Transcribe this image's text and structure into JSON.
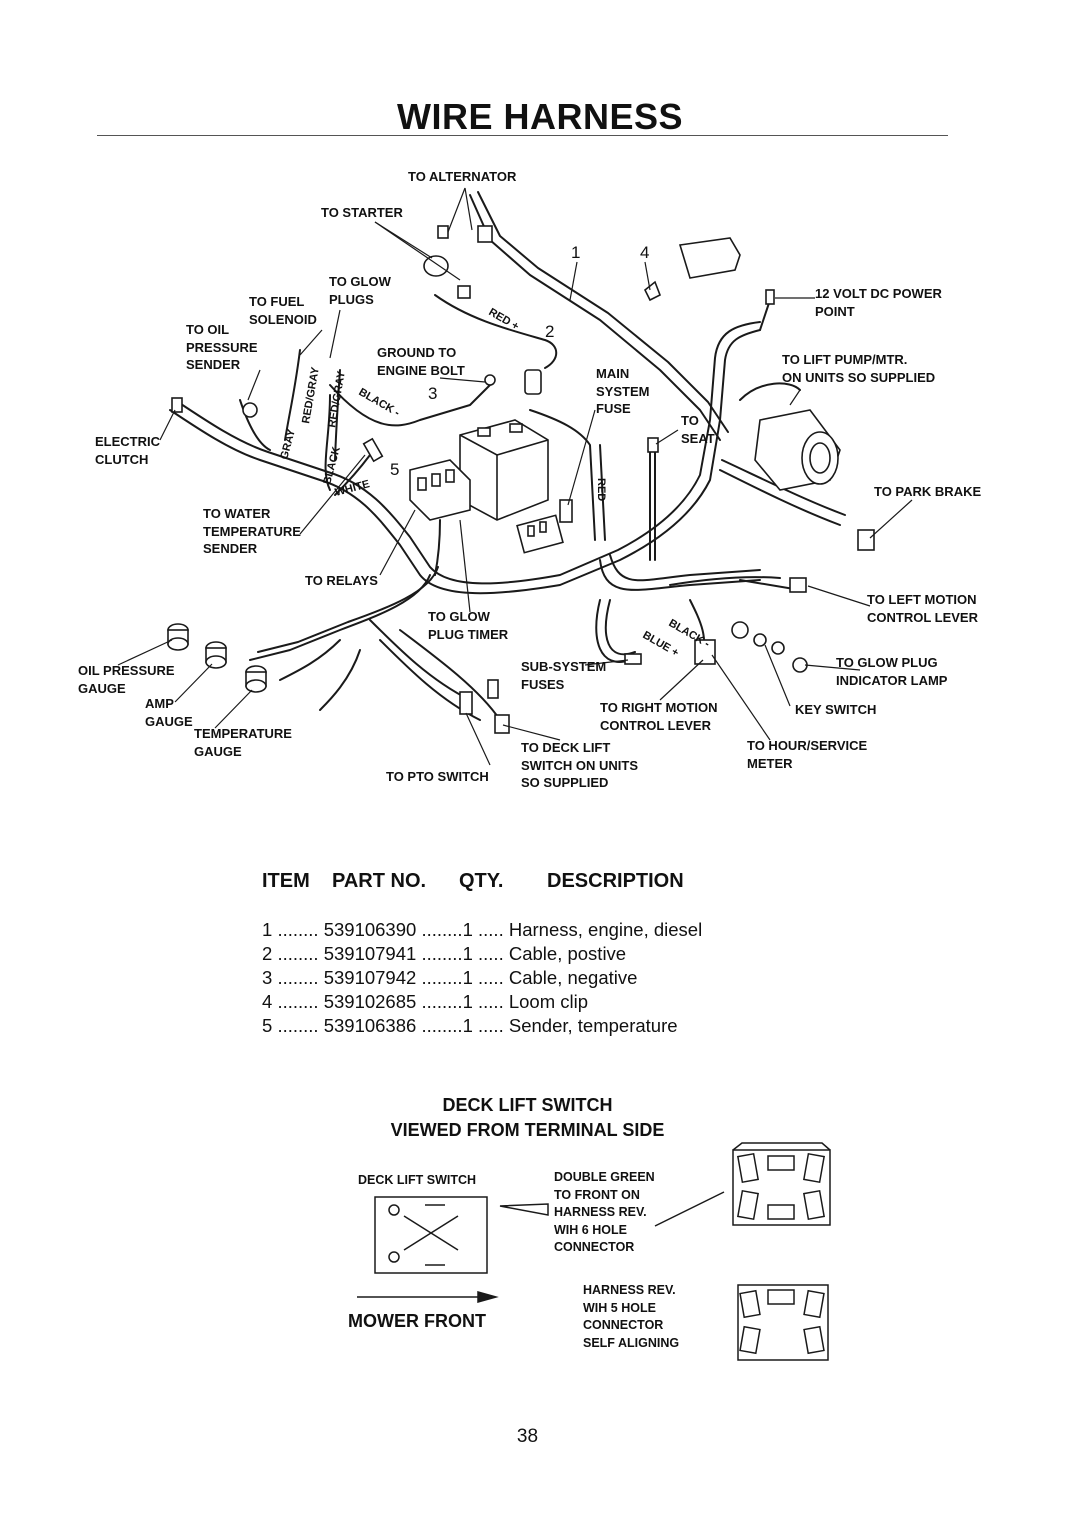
{
  "title": "WIRE HARNESS",
  "page_number": "38",
  "diagram_labels": {
    "to_alternator": "TO ALTERNATOR",
    "to_starter": "TO STARTER",
    "to_glow_plugs": [
      "TO GLOW",
      "PLUGS"
    ],
    "to_fuel_solenoid": [
      "TO FUEL",
      "SOLENOID"
    ],
    "to_oil_pressure_sender": [
      "TO OIL",
      "PRESSURE",
      "SENDER"
    ],
    "ground_to_engine_bolt": [
      "GROUND TO",
      "ENGINE BOLT"
    ],
    "electric_clutch": [
      "ELECTRIC",
      "CLUTCH"
    ],
    "to_water_temperature_sender": [
      "TO WATER",
      "TEMPERATURE",
      "SENDER"
    ],
    "to_relays": "TO RELAYS",
    "to_glow_plug_timer": [
      "TO GLOW",
      "PLUG TIMER"
    ],
    "oil_pressure_gauge": [
      "OIL PRESSURE",
      "GAUGE"
    ],
    "amp_gauge": [
      "AMP",
      "GAUGE"
    ],
    "temperature_gauge": [
      "TEMPERATURE",
      "GAUGE"
    ],
    "to_pto_switch": "TO PTO SWITCH",
    "sub_system_fuses": [
      "SUB-SYSTEM",
      "FUSES"
    ],
    "to_deck_lift_switch": [
      "TO DECK LIFT",
      "SWITCH ON UNITS",
      "SO SUPPLIED"
    ],
    "to_right_motion_control_lever": [
      "TO RIGHT MOTION",
      "CONTROL LEVER"
    ],
    "main_system_fuse": [
      "MAIN",
      "SYSTEM",
      "FUSE"
    ],
    "to_seat": [
      "TO",
      "SEAT"
    ],
    "power_point": [
      "12 VOLT DC POWER",
      "POINT"
    ],
    "to_lift_pump": [
      "TO LIFT PUMP/MTR.",
      "ON UNITS SO SUPPLIED"
    ],
    "to_park_brake": "TO PARK BRAKE",
    "to_left_motion_control_lever": [
      "TO LEFT MOTION",
      "CONTROL LEVER"
    ],
    "to_glow_plug_indicator_lamp": [
      "TO GLOW PLUG",
      "INDICATOR LAMP"
    ],
    "key_switch": "KEY SWITCH",
    "to_hour_service_meter": [
      "TO HOUR/SERVICE",
      "METER"
    ]
  },
  "wire_colors": {
    "red_plus": "RED +",
    "red": "RED",
    "black_minus": "BLACK -",
    "red_gray": "RED/GRAY",
    "gray": "GRAY",
    "black": "BLACK",
    "white": "WHITE",
    "blue_plus": "BLUE +"
  },
  "callouts": [
    "1",
    "2",
    "3",
    "4",
    "5"
  ],
  "parts_table": {
    "headers": {
      "item": "ITEM",
      "part_no": "PART NO.",
      "qty": "QTY.",
      "description": "DESCRIPTION"
    },
    "rows": [
      {
        "item": "1",
        "part_no": "539106390",
        "qty": "1",
        "description": "Harness, engine, diesel"
      },
      {
        "item": "2",
        "part_no": "539107941",
        "qty": "1",
        "description": "Cable, postive"
      },
      {
        "item": "3",
        "part_no": "539107942",
        "qty": "1",
        "description": "Cable, negative"
      },
      {
        "item": "4",
        "part_no": "539102685",
        "qty": "1",
        "description": "Loom clip"
      },
      {
        "item": "5",
        "part_no": "539106386",
        "qty": "1",
        "description": "Sender, temperature"
      }
    ],
    "dots_item": "........",
    "dots_qty": "........",
    "dots_desc": "....."
  },
  "deck_lift": {
    "title_line1": "DECK LIFT SWITCH",
    "title_line2": "VIEWED FROM TERMINAL SIDE",
    "switch_label": "DECK LIFT SWITCH",
    "note_6_hole": [
      "DOUBLE GREEN",
      "TO FRONT ON",
      "HARNESS REV.",
      "WIH 6 HOLE",
      "CONNECTOR"
    ],
    "note_5_hole": [
      "HARNESS REV.",
      "WIH 5 HOLE",
      "CONNECTOR",
      "SELF ALIGNING"
    ],
    "mower_front": "MOWER  FRONT"
  }
}
